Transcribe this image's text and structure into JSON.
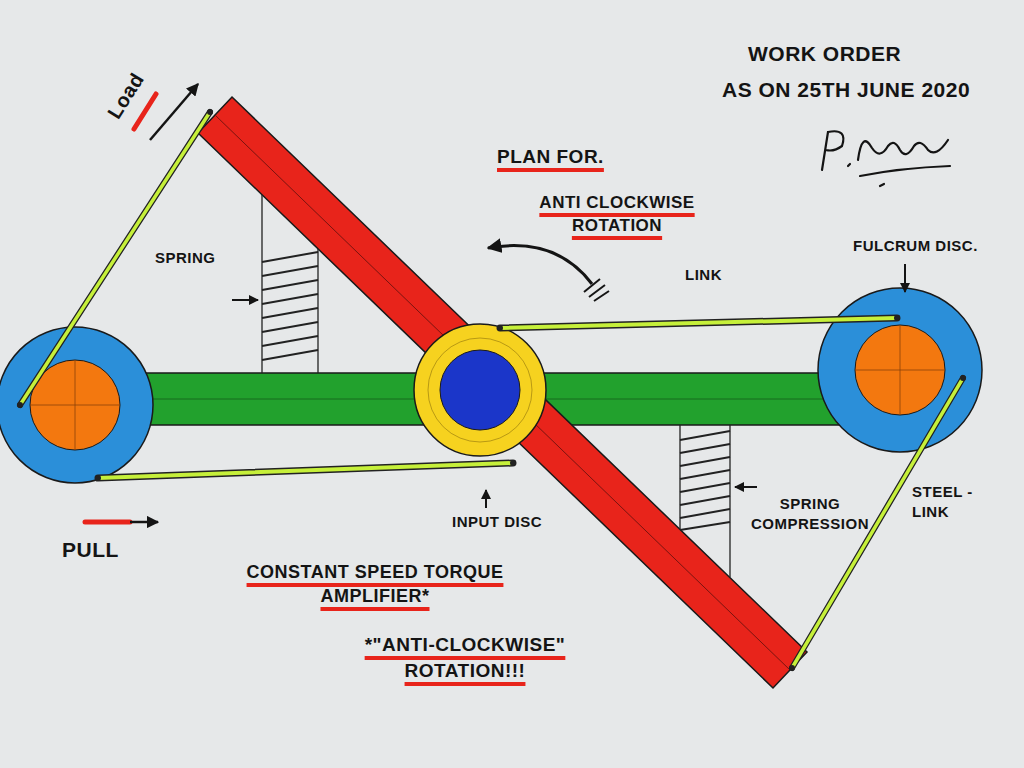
{
  "diagram": {
    "labels": [
      "WORK ORDER",
      "AS ON 25TH JUNE 2020",
      "Load",
      "PLAN FOR.",
      "ANTI CLOCKWISE ROTATION",
      "SPRING",
      "LINK",
      "FULCRUM DISC.",
      "INPUT DISC",
      "SPRING COMPRESSION",
      "STEEL - LINK",
      "PULL",
      "CONSTANT SPEED TORQUE AMPLIFIER*",
      "*\"ANTI-CLOCKWISE\" ROTATION!!!"
    ]
  }
}
